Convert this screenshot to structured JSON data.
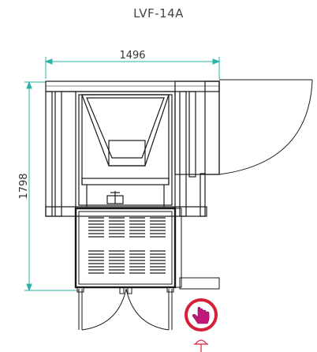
{
  "model_title": "LVF-14A",
  "dimensions": {
    "width_label": "1496",
    "height_label": "1798"
  },
  "colors": {
    "line": "#1a1a1a",
    "dimension_line": "#2bb3a8",
    "badge_ring": "#d6203a",
    "badge_hand": "#c2187a"
  },
  "icons": {
    "touch_badge": "hand-pointer-icon",
    "symbol_below_badge": "emergency-stop-symbol-icon"
  }
}
